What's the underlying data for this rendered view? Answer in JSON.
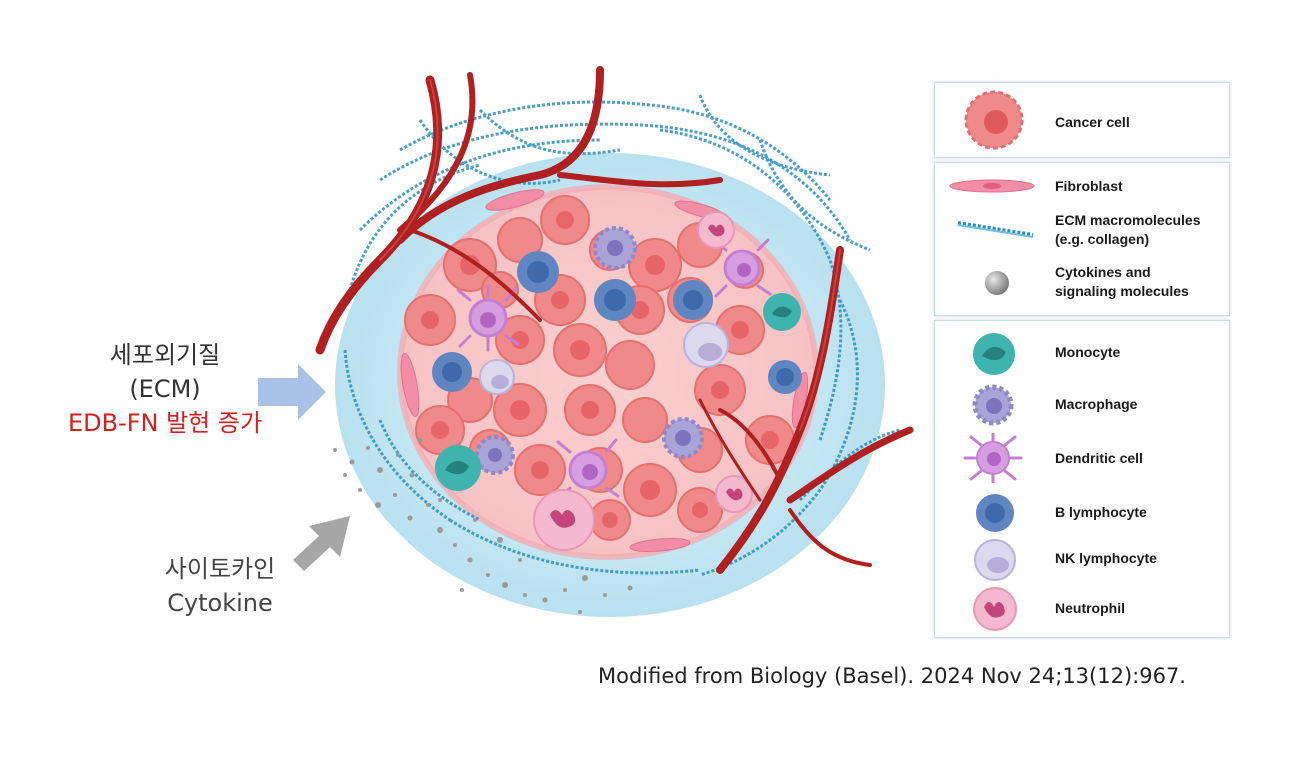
{
  "left": {
    "ecm_line1": "세포외기질",
    "ecm_line2": "(ECM)",
    "ecm_line3": "EDB-FN 발현 증가",
    "cytokine_line1": "사이토카인",
    "cytokine_line2": "Cytokine"
  },
  "legend": {
    "cancer_cell": "Cancer cell",
    "fibroblast": "Fibroblast",
    "ecm": "ECM macromolecules\n(e.g. collagen)",
    "cytokines": "Cytokines and\nsignaling molecules",
    "monocyte": "Monocyte",
    "macrophage": "Macrophage",
    "dendritic": "Dendritic cell",
    "b_lymphocyte": "B lymphocyte",
    "nk_lymphocyte": "NK lymphocyte",
    "neutrophil": "Neutrophil"
  },
  "caption": "Modified from Biology (Basel). 2024 Nov 24;13(12):967.",
  "colors": {
    "ecm_arrow": "#a9c1e6",
    "cytokine_arrow": "#a6a6a6",
    "highlight_text": "#d42020",
    "cancer": "#f08a8a",
    "vessel": "#b02020",
    "collagen": "#2a8fc8",
    "tme_fill": "#cdebf5"
  }
}
